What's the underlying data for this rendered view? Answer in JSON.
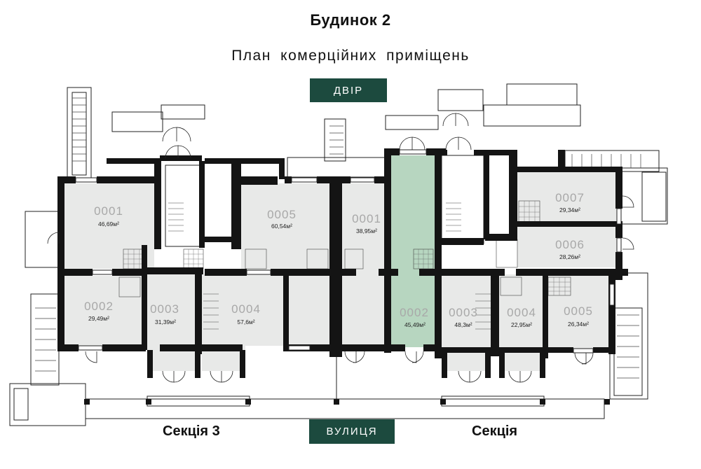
{
  "header": {
    "title": "Будинок 2",
    "subtitle": "План комерційних приміщень"
  },
  "badges": {
    "top": "ДВІР",
    "bottom": "ВУЛИЦЯ"
  },
  "sections": {
    "left": "Секція 3",
    "right": "Секція"
  },
  "colors": {
    "badge_bg": "#1c4a3e",
    "room_fill": "#e8e9e8",
    "highlight_fill": "#b7d6c0",
    "wall": "#141414"
  },
  "rooms": [
    {
      "id": "r1",
      "number": "0001",
      "area": "46,69м²"
    },
    {
      "id": "r2",
      "number": "0002",
      "area": "29,49м²"
    },
    {
      "id": "r3",
      "number": "0003",
      "area": "31,39м²"
    },
    {
      "id": "r4",
      "number": "0004",
      "area": "57,6м²"
    },
    {
      "id": "r5",
      "number": "0005",
      "area": "60,54м²"
    },
    {
      "id": "r6",
      "number": "0001",
      "area": "38,95м²"
    },
    {
      "id": "r7",
      "number": "0002",
      "area": "45,49м²",
      "highlighted": true
    },
    {
      "id": "r8",
      "number": "0003",
      "area": "48,3м²"
    },
    {
      "id": "r9",
      "number": "0004",
      "area": "22,95м²"
    },
    {
      "id": "r10",
      "number": "0005",
      "area": "26,34м²"
    },
    {
      "id": "r11",
      "number": "0006",
      "area": "28,26м²"
    },
    {
      "id": "r12",
      "number": "0007",
      "area": "29,34м²"
    }
  ]
}
